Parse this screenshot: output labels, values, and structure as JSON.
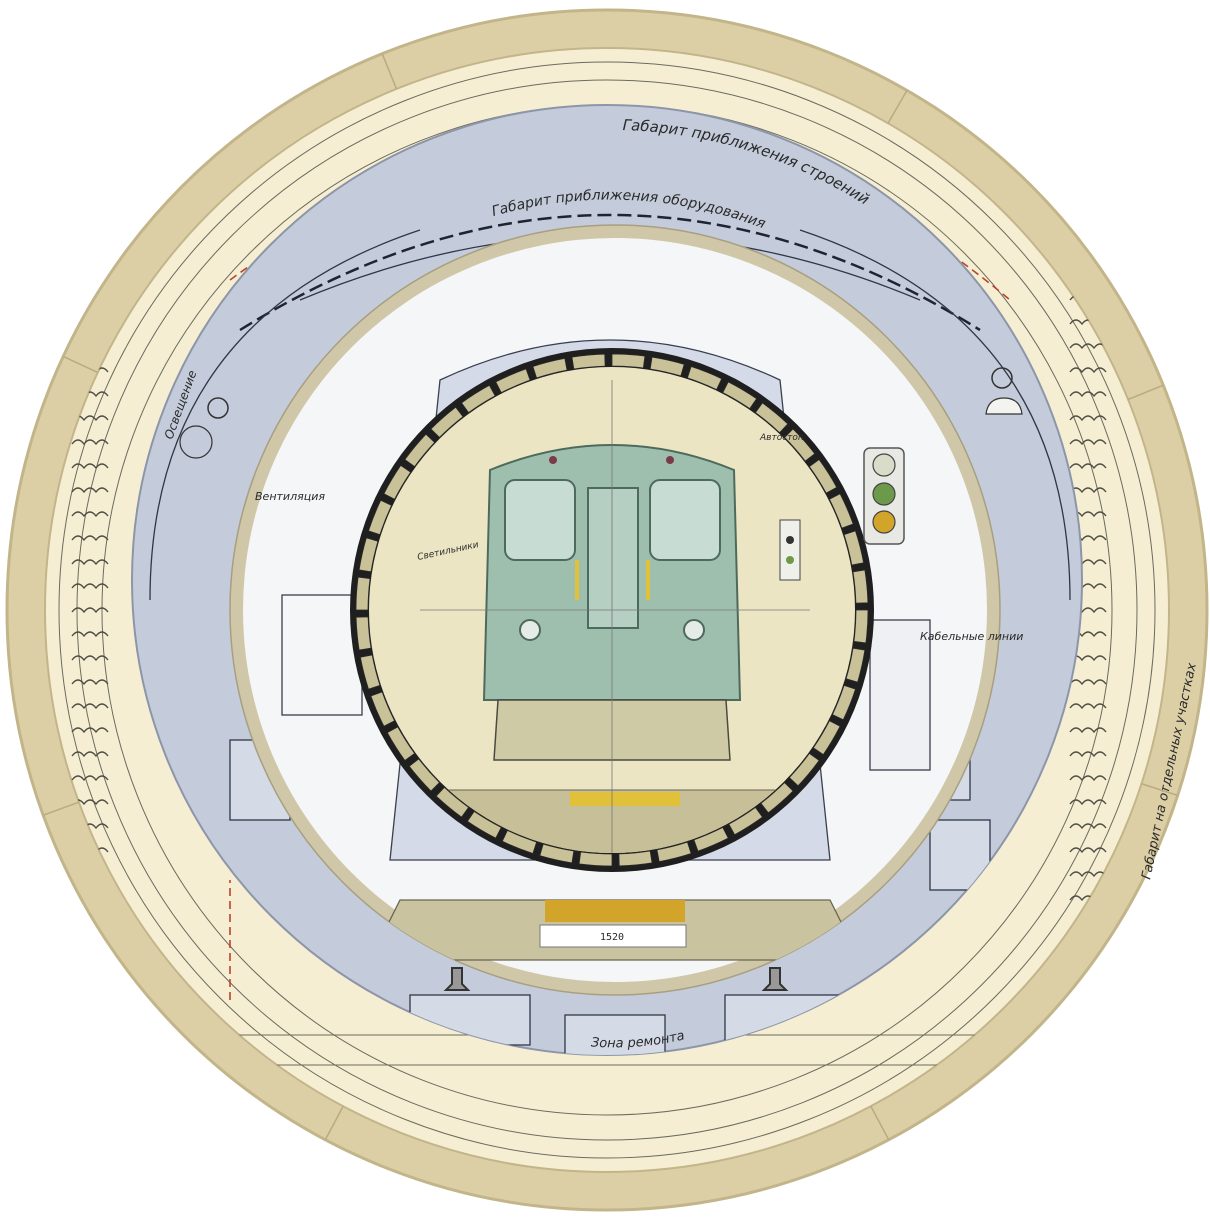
{
  "colors": {
    "outer_ring": "#dccfa6",
    "outer_ring_edge": "#c3b58a",
    "paper": "#f6eed3",
    "blue_band": "#c4ccdb",
    "inner_ring": "#cfc7a8",
    "drawing_white": "#f4f6f8",
    "tunnel_segments": "#c9c197",
    "core_paper": "#ece5c4",
    "train": "#9fbfae",
    "signal_green": "#6c9a4a",
    "signal_amber": "#d2a52a",
    "rail_yellow": "#e2c13a",
    "ink": "#2a2a2a",
    "red_cable": "#b8442e"
  },
  "labels": {
    "top_arc_upper": "Габарит приближения строений",
    "top_arc_lower": "Габарит приближения оборудования",
    "bottom_label": "Зона ремонта",
    "right_vertical": "Габарит на отдельных участках",
    "left_vertical": "Освещение",
    "track_gauge": "1520",
    "right_label": "Кабельные линии",
    "left_label": "Вентиляция",
    "core_left": "Светильники",
    "core_right": "Автостоп"
  },
  "icons": [
    "signal-light-icon",
    "lamp-icon",
    "rail-icon",
    "train-icon"
  ]
}
